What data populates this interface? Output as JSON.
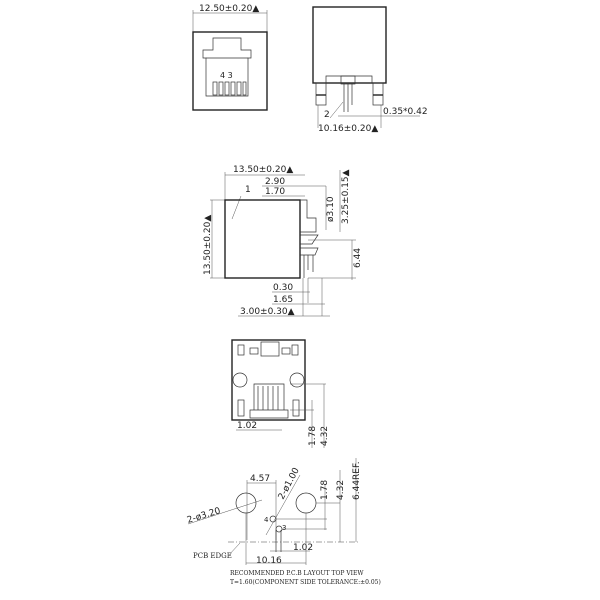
{
  "front_view": {
    "width_dim": "12.50±0.20▲",
    "pin_label": "4 3"
  },
  "rear_view": {
    "callout": "2",
    "pin_dim": "0.35*0.42",
    "pitch_dim": "10.16±0.20▲"
  },
  "side_view": {
    "length_dim": "13.50±0.20▲",
    "dim_290": "2.90",
    "dim_170": "1.70",
    "callout": "1",
    "height_dim": "13.50±0.20▲",
    "hole_dim": "ø3.10",
    "offset_dim": "3.25±0.15▲",
    "dim_644": "6.44",
    "dim_030": "0.30",
    "dim_165": "1.65",
    "pin_len_dim": "3.00±0.30▲"
  },
  "bottom_view": {
    "dim_102": "1.02",
    "dim_178": "1.78",
    "dim_432": "4.32"
  },
  "pcb_layout": {
    "dim_457": "4.57",
    "small_holes": "2-ø1.00",
    "big_holes": "2-ø3.20",
    "dim_178": "1.78",
    "dim_432": "4.32",
    "dim_644ref": "6.44REF.",
    "pin4": "4",
    "pin3": "3",
    "dim_102": "1.02",
    "dim_1016": "10.16",
    "pcb_edge": "PCB EDGE",
    "caption1": "RECOMMENDED P.C.B LAYOUT TOP VIEW",
    "caption2": "T=1.60(COMPONENT SIDE TOLERANCE:±0.05)"
  }
}
